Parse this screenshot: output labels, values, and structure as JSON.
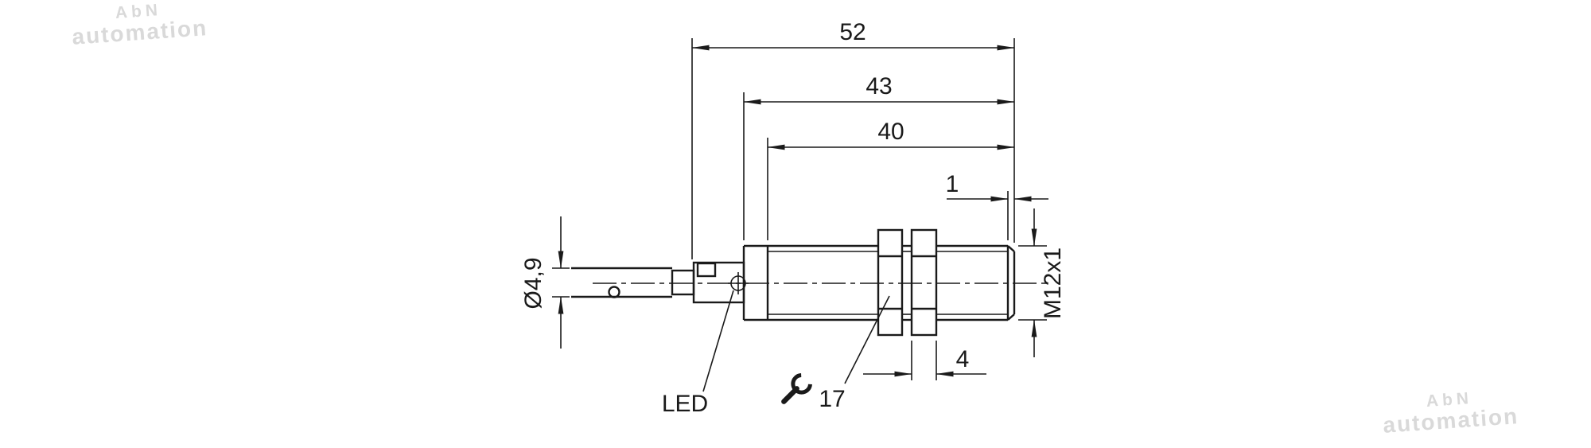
{
  "watermark": {
    "line1": "AbN",
    "line2": "automation"
  },
  "drawing": {
    "dimensions": {
      "overall_length": "52",
      "housing_length": "43",
      "thread_length": "40",
      "chamfer": "1",
      "nut_thickness": "4",
      "thread_spec": "M12x1",
      "cable_diameter": "Ø4,9",
      "wrench_size": "17"
    },
    "labels": {
      "led": "LED"
    },
    "colors": {
      "line": "#1a1a1a",
      "watermark": "#d9d9d9",
      "background": "#ffffff"
    }
  }
}
